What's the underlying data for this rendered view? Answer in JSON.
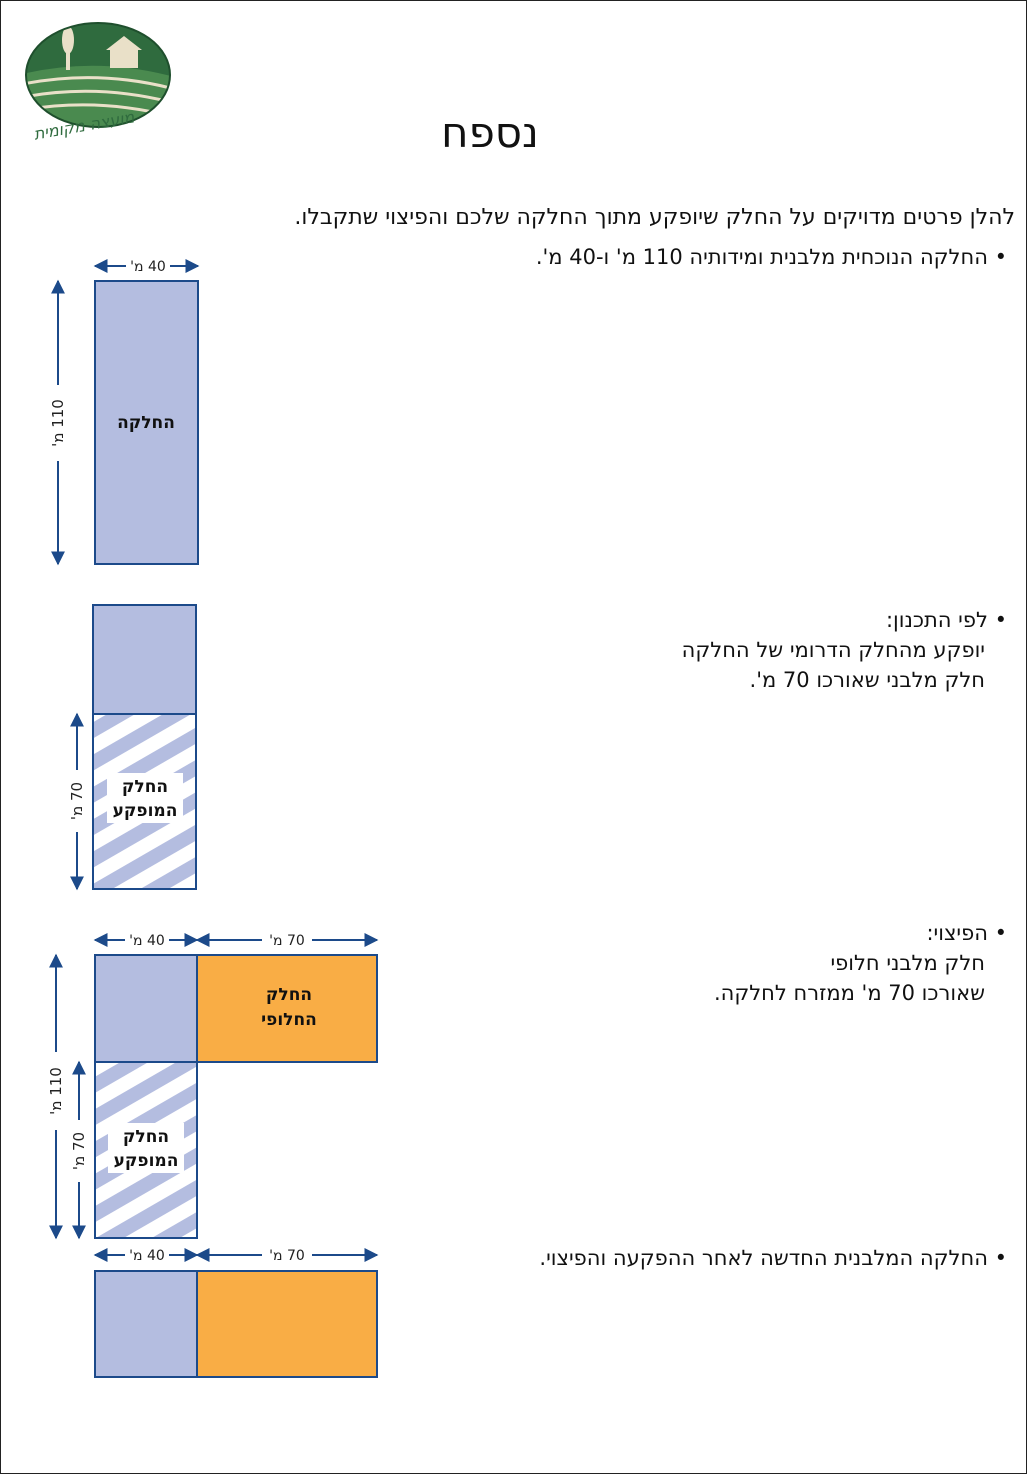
{
  "logo": {
    "text": "מועצה מקומית"
  },
  "title": "נספח",
  "intro": "להלן פרטים מדויקים על החלק שיופקע מתוך החלקה שלכם והפיצוי שתקבלו.",
  "bullets": [
    {
      "lines": [
        "• החלקה הנוכחית מלבנית ומידותיה 110 מ'  ו-40 מ'."
      ]
    },
    {
      "lines": [
        "• לפי התכנון:",
        "יופקע מהחלק הדרומי של החלקה",
        "חלק מלבני שאורכו 70 מ'."
      ]
    },
    {
      "lines": [
        "• הפיצוי:",
        "חלק מלבני חלופי",
        "שאורכו 70 מ' ממזרח לחלקה."
      ]
    },
    {
      "lines": [
        "• החלקה המלבנית החדשה לאחר ההפקעה והפיצוי."
      ]
    }
  ],
  "diagram": {
    "colors": {
      "plot": "#b4bde0",
      "compensation": "#f9ad45",
      "outline": "#1c4a8a",
      "arrow": "#1c4a8a"
    },
    "labels": {
      "plot": "החלקה",
      "expropriated_1": "החלק",
      "expropriated_2": "המופקע",
      "alternative_1": "החלק",
      "alternative_2": "החלופי"
    },
    "dims": {
      "width_40": "40 מ'",
      "length_110": "110 מ'",
      "length_70": "70 מ'"
    }
  }
}
